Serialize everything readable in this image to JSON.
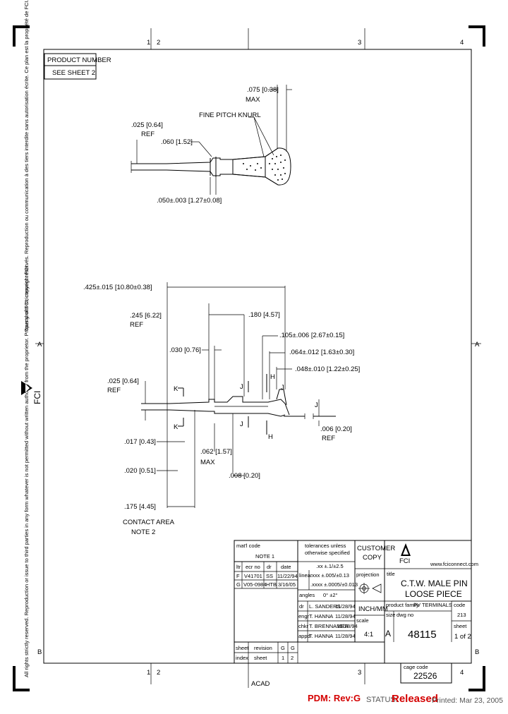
{
  "zone_markers": {
    "c1": "1",
    "c2": "2",
    "c3": "3",
    "c4": "4",
    "rowA": "A",
    "rowB": "B"
  },
  "product_box": {
    "label": "PRODUCT NUMBER",
    "value": "SEE SHEET 2"
  },
  "left_margin": {
    "logo_text": "FCI",
    "notice_top": "Tous droits strictement réservés. Reproduction ou communication à des tiers interdite sans autorisation écrite. Ce plan est la propriété de FCI.",
    "notice_bottom": "All rights strictly reserved. Reproduction or issue to third parties in any form whatever is not permitted without written authority from the proprietor. Property of FCI, copyright FCI."
  },
  "top_view": {
    "dim_max": ".075 [0.38]",
    "dim_max_note": "MAX",
    "knurl": "FINE PITCH KNURL",
    "dim_ref_top": ".025 [0.64]",
    "ref_top": "REF",
    "dim_060": ".060 [1.52]",
    "dim_050": ".050±.003 [1.27±0.08]"
  },
  "side_view": {
    "dim_425": ".425±.015 [10.80±0.38]",
    "dim_245": ".245 [6.22]",
    "ref_245": "REF",
    "dim_180": ".180 [4.57]",
    "dim_105": ".105±.006 [2.67±0.15]",
    "dim_030": ".030 [0.76]",
    "dim_064": ".064±.012 [1.63±0.30]",
    "dim_048": ".048±.010 [1.22±0.25]",
    "dim_025": ".025 [0.64]",
    "ref_025": "REF",
    "dim_006": ".006 [0.20]",
    "ref_006": "REF",
    "dim_017": ".017 [0.43]",
    "dim_062": ".062 [1.57]",
    "max_062": "MAX",
    "dim_020": ".020 [0.51]",
    "dim_008": ".008 [0.20]",
    "dim_175": ".175 [4.45]",
    "contact_area": "CONTACT AREA",
    "note2": "NOTE 2",
    "lbl_K": "K",
    "lbl_J": "J",
    "lbl_H": "H"
  },
  "title_block": {
    "matl_code": "mat'l code",
    "note1": "NOTE 1",
    "tol_line1": "tolerances unless",
    "tol_line2": "otherwise specified",
    "tol_x": ".xx ±.1/±2.5",
    "tol_linear": "linear",
    "tol_xxx": ".xxx ±.005/±0.13",
    "tol_xxxx": ".xxxx ±.0005/±0.013",
    "angles_lbl": "angles",
    "angles_val": "0° ±2°",
    "rev_hdr": [
      "ltr",
      "ecr no",
      "dr",
      "date"
    ],
    "rev_rows": [
      [
        "F",
        "V41701",
        "SS",
        "11/22/94"
      ],
      [
        "G",
        "V05-0984",
        "HTB",
        "3/16/05"
      ]
    ],
    "people": [
      [
        "dr",
        "L. SANDERS",
        "11/28/94"
      ],
      [
        "engr",
        "T. HANNA",
        "11/28/94"
      ],
      [
        "chkr",
        "T. BRENNAMER",
        "11/28/94"
      ],
      [
        "appd",
        "T. HANNA",
        "11/28/94"
      ]
    ],
    "customer": "CUSTOMER",
    "copy": "COPY",
    "projection": "projection",
    "inch_mm": "INCH/MM",
    "scale_lbl": "scale",
    "scale_val": "4:1",
    "fci": "FCI",
    "website": "www.fciconnect.com",
    "title_lbl": "title",
    "title1": "C.T.W. MALE PIN",
    "title2": "LOOSE PIECE",
    "family_lbl": "product family",
    "family_val": "PV TERMINALS",
    "code_lbl": "code",
    "code_val": "213",
    "size_lbl": "size",
    "dwgno_lbl": "dwg no",
    "size_val": "A",
    "dwg_no": "48115",
    "sheet_lbl": "sheet",
    "sheet_val": "1 of 2",
    "sheet_hdr": "sheet",
    "index": "index",
    "revision": "revision",
    "rev_g1": "G",
    "rev_g2": "G",
    "sheet_num1": "1",
    "sheet_num2": "2",
    "cage_lbl": "cage code",
    "cage_val": "22526",
    "acad": "ACAD"
  },
  "footer": {
    "pdm": "PDM: Rev:G",
    "status_label": "STATUS:",
    "status_value": "Released",
    "printed": "Printed: Mar 23, 2005"
  }
}
